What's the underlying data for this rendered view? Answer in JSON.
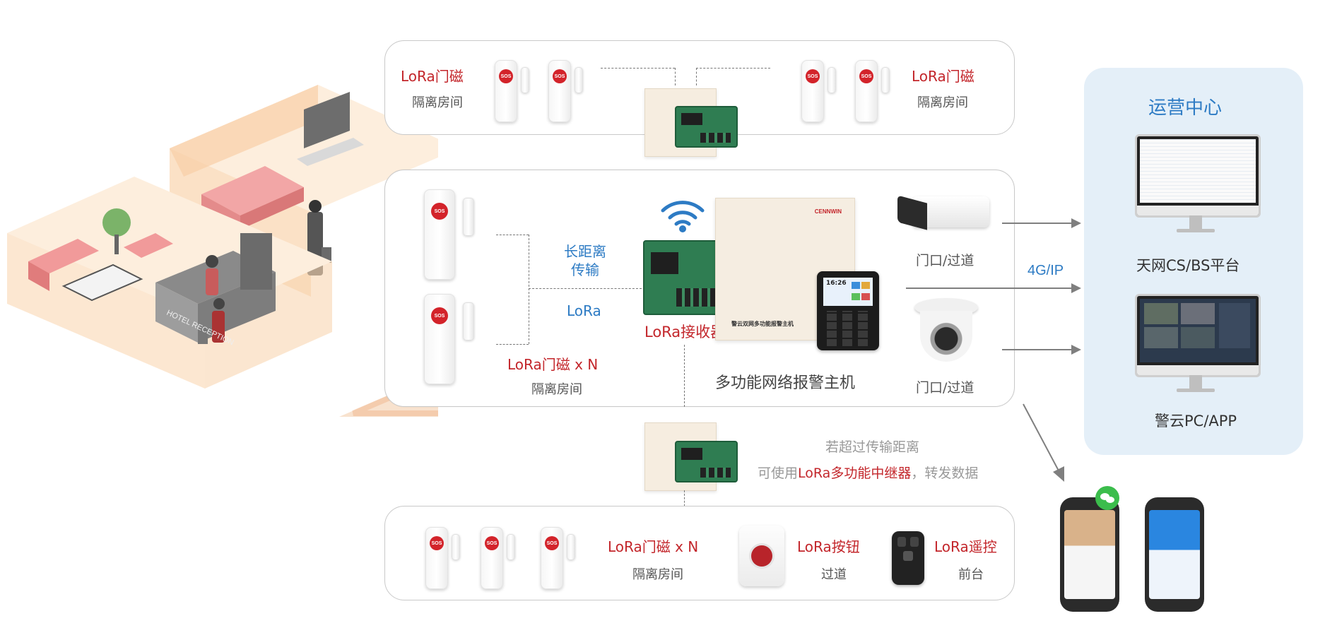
{
  "top_box": {
    "left_title": "LoRa门磁",
    "left_sub": "隔离房间",
    "right_title": "LoRa门磁",
    "right_sub": "隔离房间"
  },
  "middle_box": {
    "long_distance_1": "长距离",
    "long_distance_2": "传输",
    "lora_label": "LoRa",
    "receiver_label": "LoRa接收器",
    "door_sensor_title": "LoRa门磁 x N",
    "door_sensor_sub": "隔离房间",
    "host_label": "多功能网络报警主机",
    "camera1_label": "门口/过道",
    "camera2_label": "门口/过道",
    "host_panel_title": "警云双网多功能报警主机",
    "brand": "CENNWIN",
    "keypad_time": "16:26"
  },
  "repeater_note": {
    "line1": "若超过传输距离",
    "line2_prefix": "可使用",
    "line2_highlight": "LoRa多功能中继器",
    "line2_suffix": "，转发数据"
  },
  "bottom_box": {
    "door_sensor_title": "LoRa门磁 x N",
    "door_sensor_sub": "隔离房间",
    "button_title": "LoRa按钮",
    "button_sub": "过道",
    "remote_title": "LoRa遥控",
    "remote_sub": "前台"
  },
  "network_label": "4G/IP",
  "ops_center": {
    "title": "运营中心",
    "platform1": "天网CS/BS平台",
    "platform2": "警云PC/APP"
  },
  "scene": {
    "hotel_sign": "HOTEL RECEPTION"
  },
  "sensor_sos": "SOS",
  "colors": {
    "accent_red": "#c3262b",
    "accent_blue": "#2d7bc4",
    "ops_bg": "#e4eff8",
    "scene_wall": "#f9d7b4"
  }
}
